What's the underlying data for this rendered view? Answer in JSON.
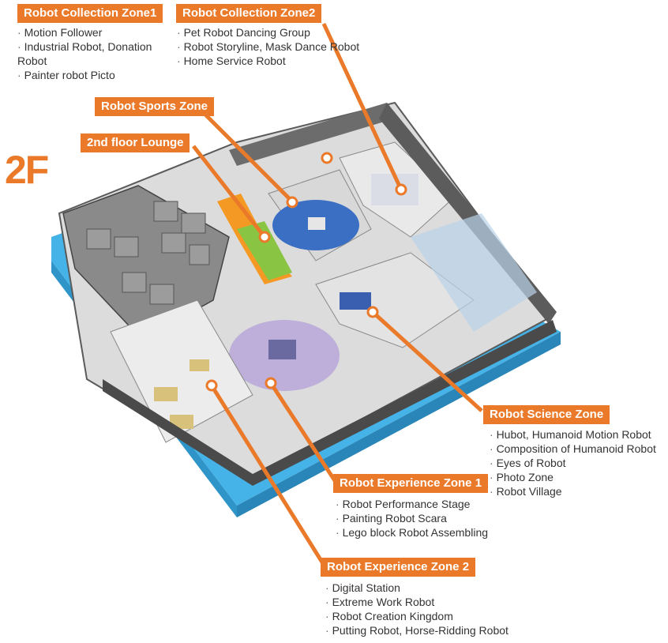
{
  "floor_label": "2F",
  "accent_color": "#ea7a2a",
  "base_color": "#45b3e7",
  "zones": [
    {
      "id": "collection1",
      "title": "Robot Collection Zone1",
      "items": [
        "Motion Follower",
        "Industrial Robot, Donation Robot",
        "Painter robot Picto"
      ]
    },
    {
      "id": "collection2",
      "title": "Robot Collection Zone2",
      "items": [
        "Pet Robot Dancing Group",
        "Robot Storyline, Mask Dance Robot",
        "Home Service Robot"
      ]
    },
    {
      "id": "sports",
      "title": "Robot Sports Zone",
      "items": []
    },
    {
      "id": "lounge",
      "title": "2nd floor Lounge",
      "items": []
    },
    {
      "id": "science",
      "title": "Robot Science Zone",
      "items": [
        "Hubot, Humanoid Motion Robot",
        "Composition of Humanoid Robot",
        "Eyes of Robot",
        "Photo Zone",
        "Robot Village"
      ]
    },
    {
      "id": "experience1",
      "title": "Robot Experience Zone 1",
      "items": [
        "Robot Performance Stage",
        "Painting Robot Scara",
        "Lego block Robot Assembling"
      ]
    },
    {
      "id": "experience2",
      "title": "Robot Experience Zone 2",
      "items": [
        "Digital Station",
        "Extreme Work Robot",
        "Robot Creation Kingdom",
        "Putting Robot, Horse-Ridding Robot"
      ]
    }
  ]
}
